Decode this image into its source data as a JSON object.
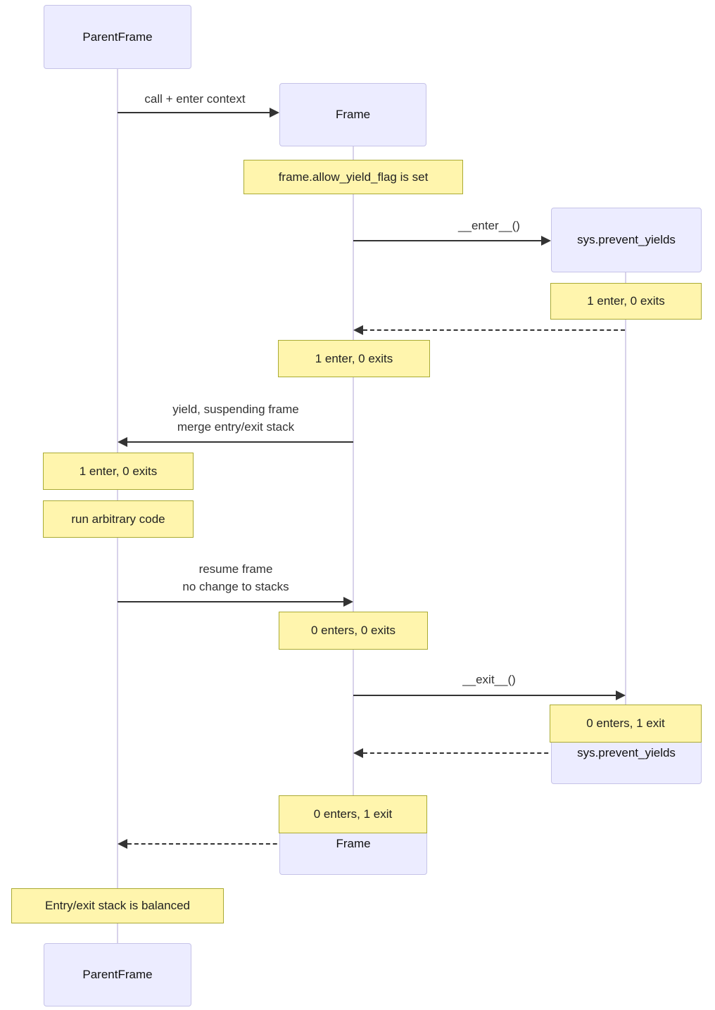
{
  "diagram": {
    "type": "sequence",
    "participants": {
      "parent_frame": "ParentFrame",
      "frame": "Frame",
      "sys": "sys.prevent_yields"
    },
    "messages": {
      "call_enter_context": "call + enter context",
      "enter": "__enter__()",
      "yield_line1": "yield, suspending frame",
      "yield_line2": "merge entry/exit stack",
      "resume_line1": "resume frame",
      "resume_line2": "no change to stacks",
      "exit": "__exit__()"
    },
    "notes": {
      "allow_flag": "frame.allow_yield_flag is set",
      "sys_after_enter": "1 enter, 0 exits",
      "frame_after_enter": "1 enter, 0 exits",
      "pf_after_yield": "1 enter, 0 exits",
      "pf_run_code": "run arbitrary code",
      "frame_after_resume": "0 enters, 0 exits",
      "sys_after_exit": "0 enters, 1 exit",
      "frame_after_exit": "0 enters, 1 exit",
      "pf_balanced": "Entry/exit stack is balanced"
    },
    "colors": {
      "actor_fill": "#ECECFF",
      "actor_border": "#C6C3E8",
      "note_fill": "#FFF5AD",
      "note_border": "#AAAA33",
      "lifeline": "#D8D2EA",
      "message": "#333333"
    }
  }
}
